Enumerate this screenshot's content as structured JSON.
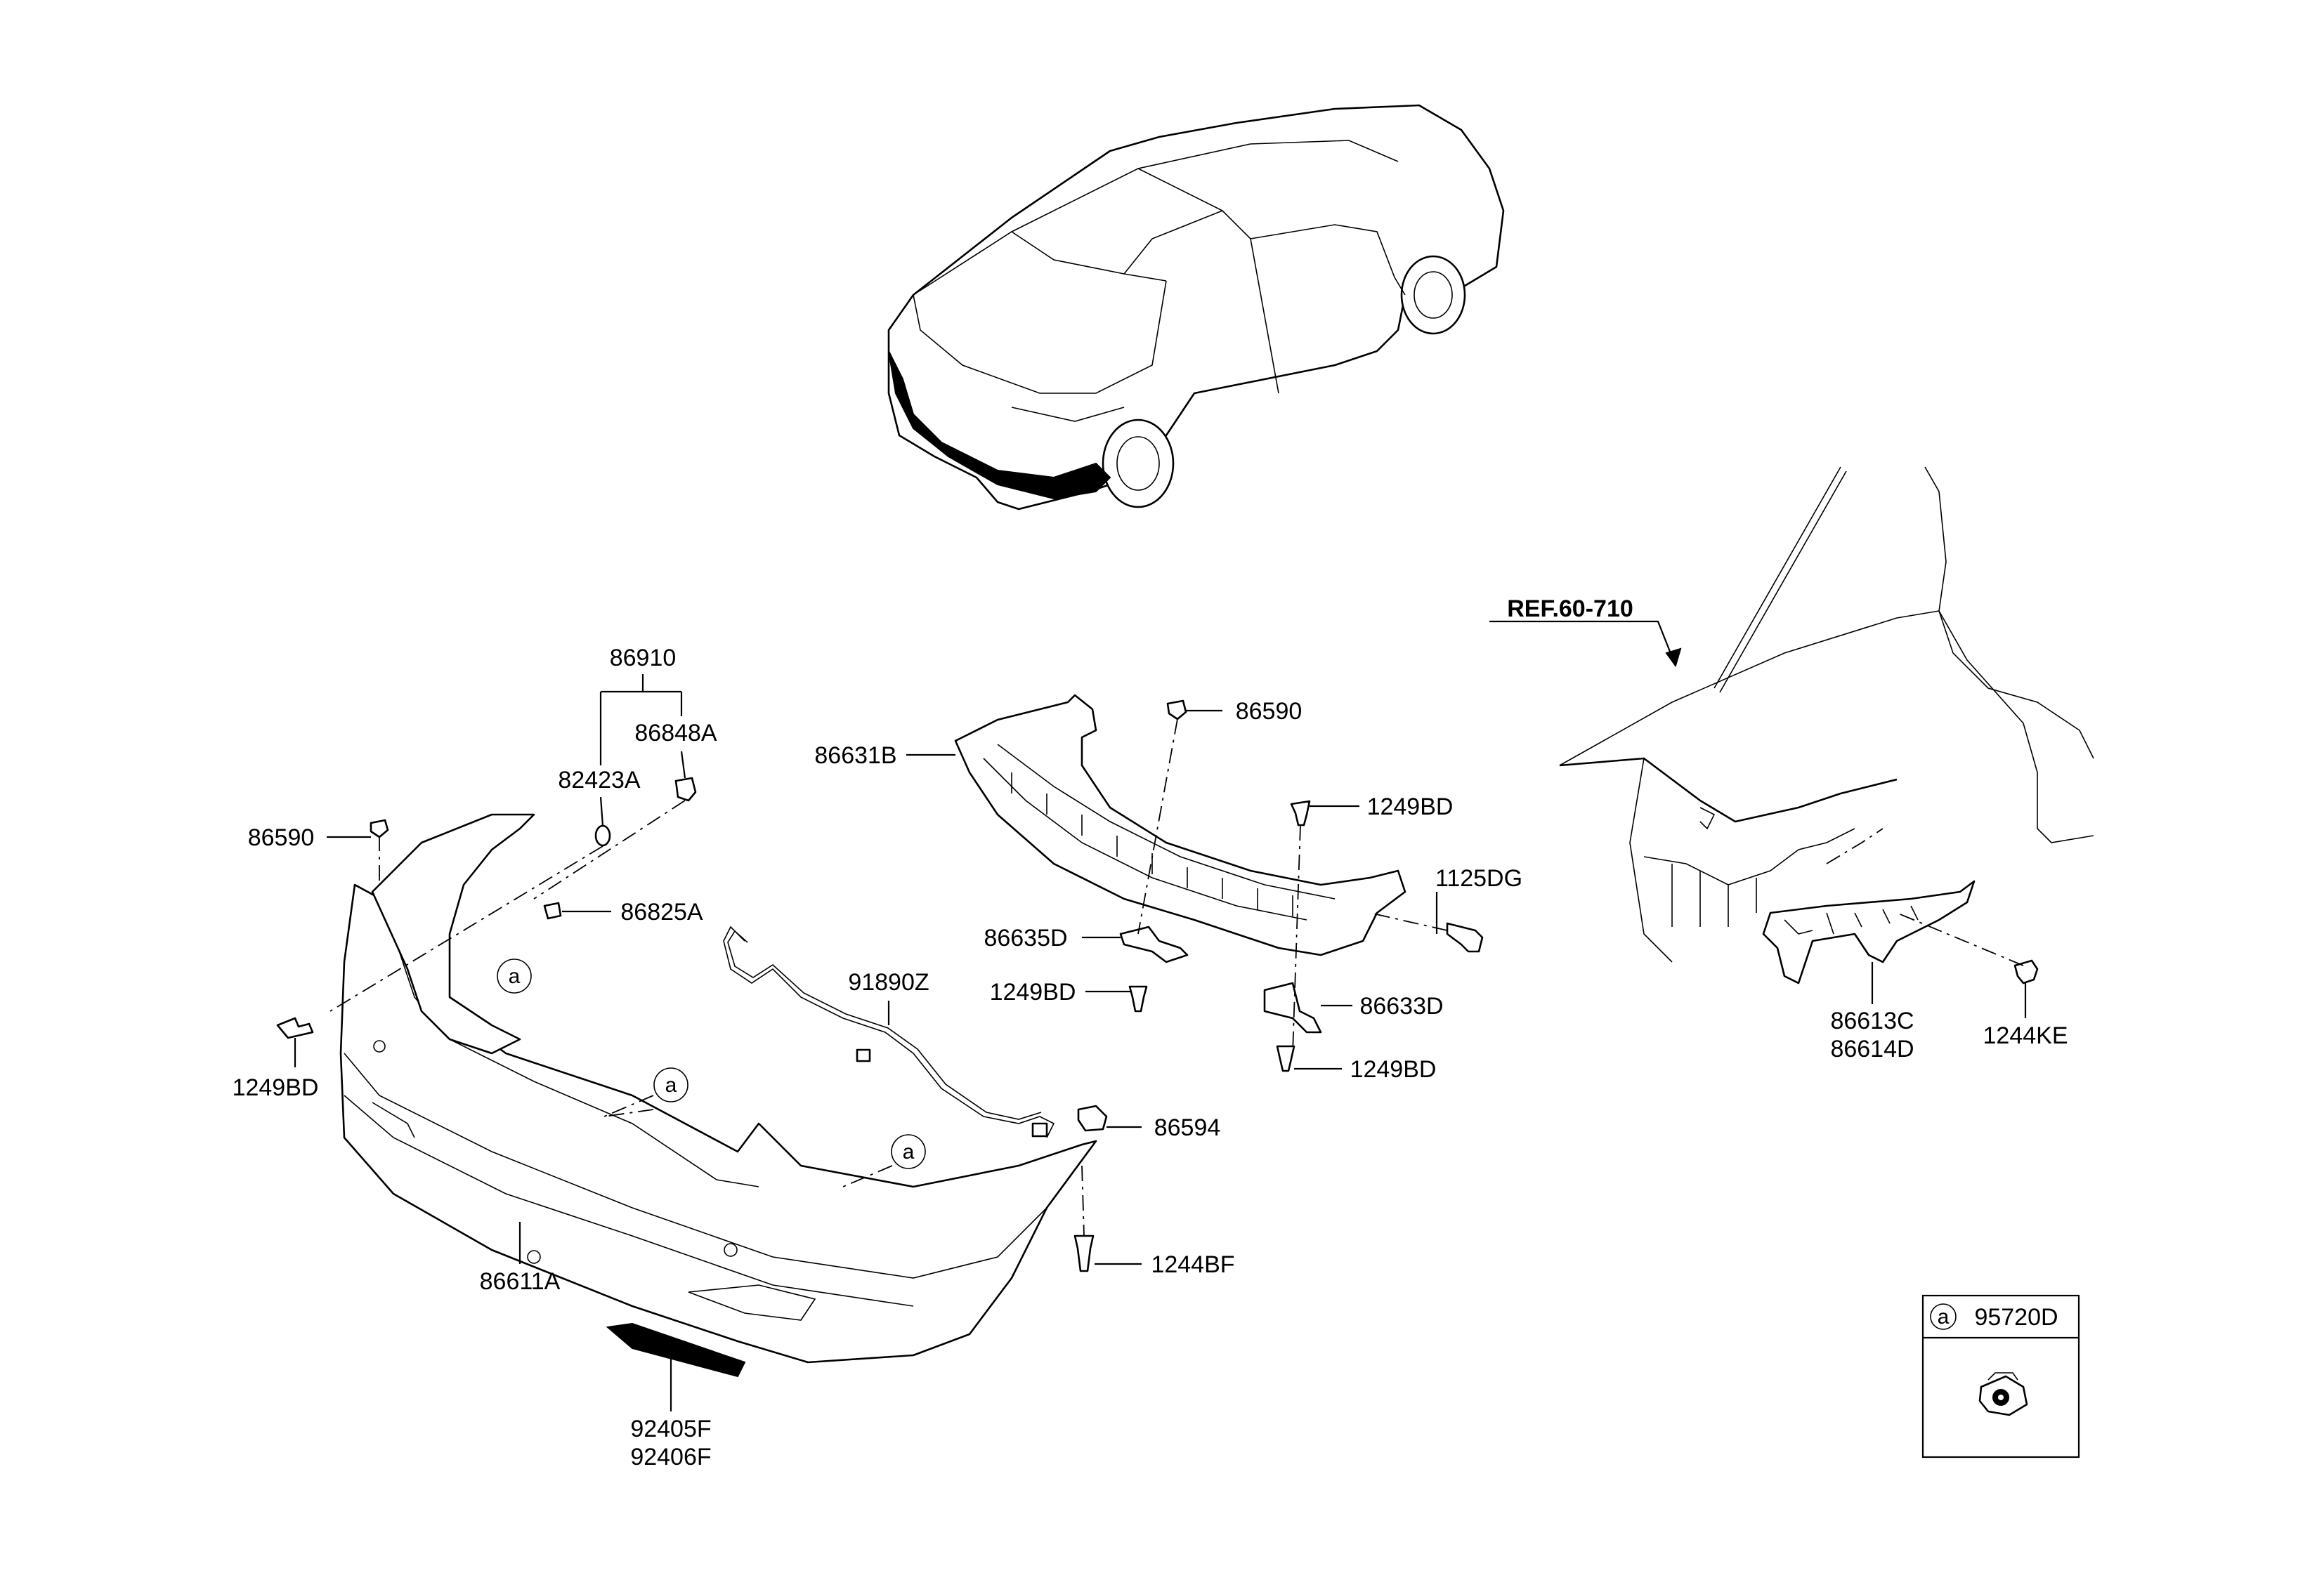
{
  "labels": {
    "p86910": "86910",
    "p86848A": "86848A",
    "p82423A": "82423A",
    "p86590_left": "86590",
    "p86825A": "86825A",
    "p1249BD_left": "1249BD",
    "p86611A": "86611A",
    "p92405F": "92405F",
    "p92406F": "92406F",
    "p91890Z": "91890Z",
    "p86594": "86594",
    "p1244BF": "1244BF",
    "p86631B": "86631B",
    "p86590_right": "86590",
    "p1249BD_top": "1249BD",
    "p1125DG": "1125DG",
    "p86635D": "86635D",
    "p1249BD_mid": "1249BD",
    "p86633D": "86633D",
    "p1249BD_bottom": "1249BD",
    "ref": "REF.60-710",
    "p86613C": "86613C",
    "p86614D": "86614D",
    "p1244KE": "1244KE",
    "legend_part": "95720D"
  },
  "callouts": {
    "a1": "a",
    "a2": "a",
    "a3": "a",
    "legend": "a"
  }
}
